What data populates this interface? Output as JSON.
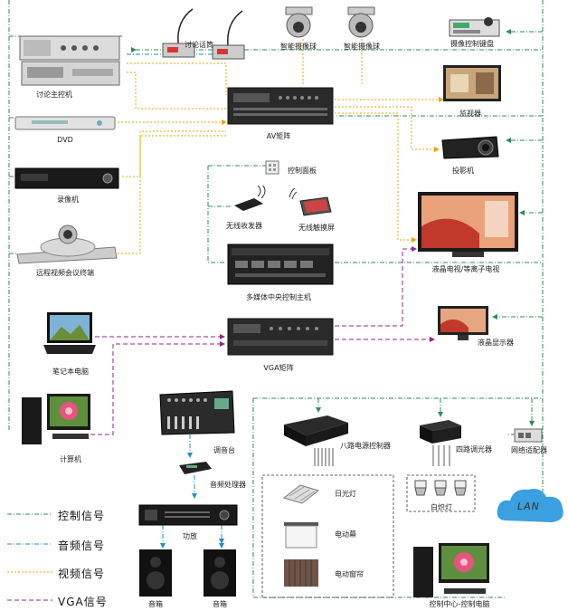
{
  "labels": {
    "discussion_mic": "讨论话筒",
    "dome_camera_1": "智能摄像球",
    "dome_camera_2": "智能摄像球",
    "ptz_keyboard": "摄像控制键盘",
    "discussion_host": "讨论主控机",
    "monitor": "监视器",
    "dvd": "DVD",
    "av_matrix": "AV矩阵",
    "projector": "投影机",
    "recorder": "录像机",
    "control_panel": "控制面板",
    "wireless_transceiver": "无线收发器",
    "wireless_touchscreen": "无线触摸屏",
    "video_conf": "远程视频会议终端",
    "lcd_tv": "液晶电视/等离子电视",
    "central_control": "多媒体中央控制主机",
    "laptop": "笔记本电脑",
    "lcd_display": "液晶显示器",
    "vga_matrix": "VGA矩阵",
    "mixer": "调音台",
    "computer": "计算机",
    "power_controller": "八路电源控制器",
    "dimmer": "四路调光器",
    "network_adapter": "网络适配器",
    "audio_processor": "音频处理器",
    "fluorescent": "日光灯",
    "spotlights": "白炽灯",
    "amplifier": "功放",
    "screen": "电动幕",
    "curtain": "电动窗帘",
    "speaker_1": "音箱",
    "speaker_2": "音箱",
    "control_center": "控制中心-控制电脑",
    "lan": "LAN"
  },
  "legend": [
    {
      "label": "控制信号",
      "color": "#2e8b57"
    },
    {
      "label": "音频信号",
      "color": "#1e90c8"
    },
    {
      "label": "视频信号",
      "color": "#e8a800"
    },
    {
      "label": "VGA信号",
      "color": "#8b2a8b"
    }
  ]
}
